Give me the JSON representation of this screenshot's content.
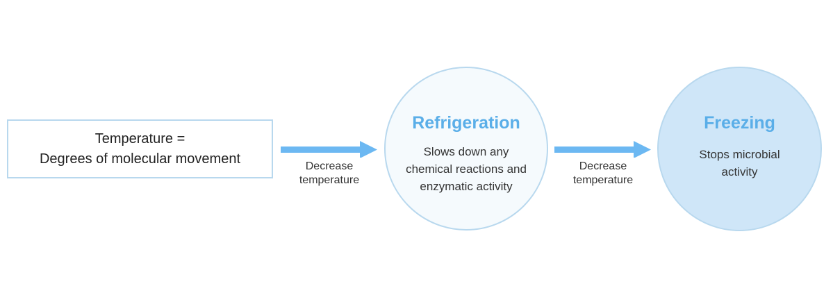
{
  "definition_box": {
    "line1": "Temperature =",
    "line2": "Degrees of molecular movement"
  },
  "arrow1": {
    "label_line1": "Decrease",
    "label_line2": "temperature"
  },
  "refrigeration": {
    "title": "Refrigeration",
    "desc_line1": "Slows down any",
    "desc_line2": "chemical reactions and",
    "desc_line3": "enzymatic activity"
  },
  "arrow2": {
    "label_line1": "Decrease",
    "label_line2": "temperature"
  },
  "freezing": {
    "title": "Freezing",
    "desc_line1": "Stops microbial",
    "desc_line2": "activity"
  },
  "colors": {
    "border": "#b8d8ee",
    "arrow": "#6cb8f2",
    "title": "#5aaee8",
    "freezing_fill": "#cfe6f8",
    "refrigeration_fill": "#f5fafd"
  }
}
